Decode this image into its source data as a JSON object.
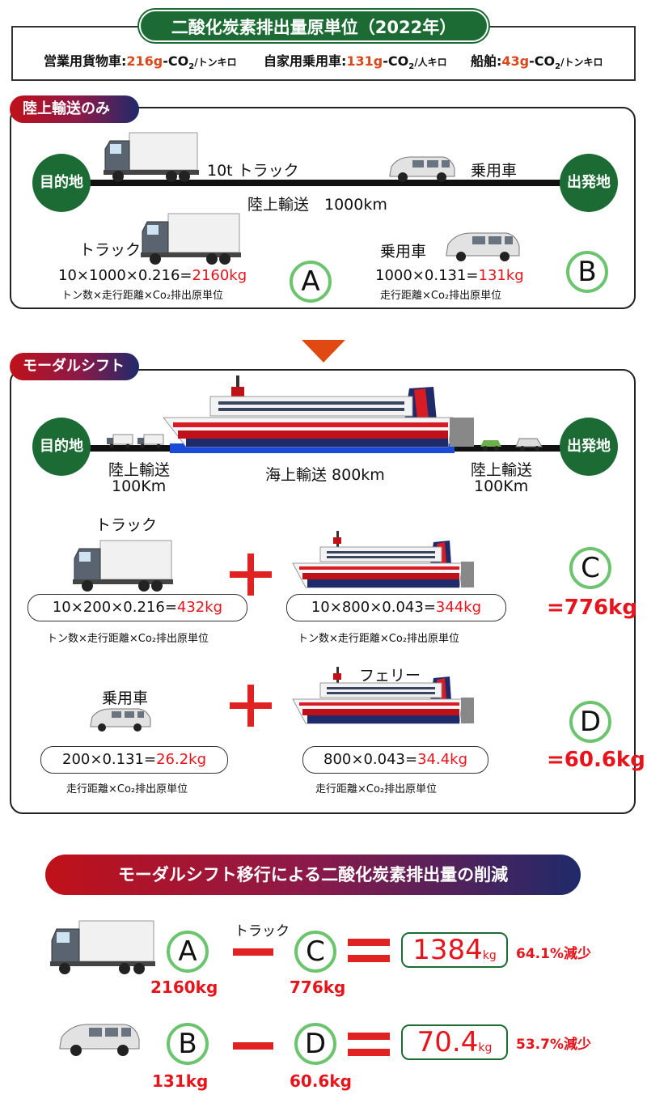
{
  "emission": {
    "title": "二酸化炭素排出量原単位（2022年）",
    "truck_label": "営業用貨物車:",
    "truck_value": "216g",
    "truck_unit": "-CO",
    "truck_sub": "2",
    "truck_per": "/トンキロ",
    "car_label": "自家用乗用車:",
    "car_value": "131g",
    "car_unit": "-CO",
    "car_sub": "2",
    "car_per": "/人キロ",
    "ship_label": "船舶:",
    "ship_value": "43g",
    "ship_unit": "-CO",
    "ship_sub": "2",
    "ship_per": "/トンキロ"
  },
  "land": {
    "tab": "陸上輸送のみ",
    "destination": "目的地",
    "origin": "出発地",
    "truck_type": "10t トラック",
    "car_type": "乗用車",
    "route": "陸上輸送　1000km",
    "truck_label": "トラック",
    "truck_formula_prefix": "10×1000×0.216=",
    "truck_formula_result": "2160kg",
    "truck_formula_desc": "トン数×走行距離×Co₂排出原単位",
    "car_label": "乗用車",
    "car_formula_prefix": "1000×0.131=",
    "car_formula_result": "131kg",
    "car_formula_desc": "走行距離×Co₂排出原単位",
    "letter_a": "A",
    "letter_b": "B"
  },
  "modal": {
    "tab": "モーダルシフト",
    "destination": "目的地",
    "origin": "出発地",
    "land_left": "陸上輸送",
    "land_left_dist": "100Km",
    "sea": "海上輸送 800km",
    "land_right": "陸上輸送",
    "land_right_dist": "100Km",
    "truck_label": "トラック",
    "truck_formula_prefix": "10×200×0.216=",
    "truck_formula_result": "432kg",
    "truck_desc": "トン数×走行距離×Co₂排出原単位",
    "ship_formula_prefix": "10×800×0.043=",
    "ship_formula_result": "344kg",
    "ship_desc": "トン数×走行距離×Co₂排出原単位",
    "letter_c": "C",
    "total_c": "=776kg",
    "car_label": "乗用車",
    "ferry_label": "フェリー",
    "car_formula_prefix": "200×0.131=",
    "car_formula_result": "26.2kg",
    "car_desc": "走行距離×Co₂排出原単位",
    "ferry_formula_prefix": "800×0.043=",
    "ferry_formula_result": "34.4kg",
    "ferry_desc": "走行距離×Co₂排出原単位",
    "letter_d": "D",
    "total_d": "=60.6kg"
  },
  "reduction": {
    "title": "モーダルシフト移行による二酸化炭素排出量の削減",
    "truck_caption": "トラック",
    "row1_a": "A",
    "row1_a_val": "2160kg",
    "row1_c": "C",
    "row1_c_val": "776kg",
    "row1_result": "1384",
    "row1_unit": "kg",
    "row1_pct": "64.1%減少",
    "row2_b": "B",
    "row2_b_val": "131kg",
    "row2_d": "D",
    "row2_d_val": "60.6kg",
    "row2_result": "70.4",
    "row2_unit": "kg",
    "row2_pct": "53.7%減少"
  },
  "colors": {
    "green": "#1d6b34",
    "red": "#e8141c",
    "circle_green": "#6cc46e"
  }
}
